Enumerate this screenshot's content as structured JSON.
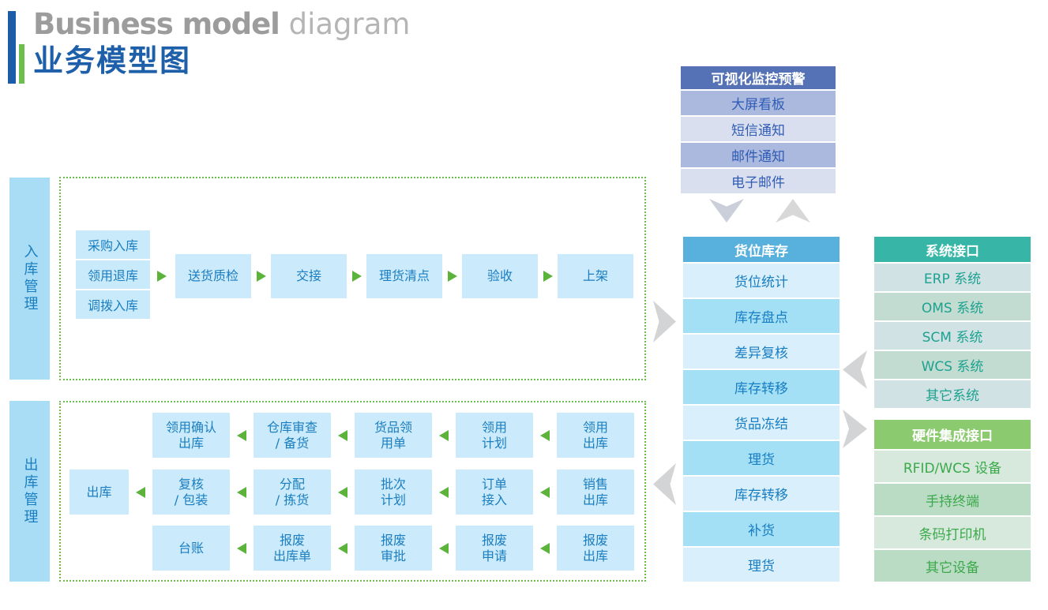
{
  "header": {
    "title_en_bold": "Business model",
    "title_en_light": " diagram",
    "title_zh": "业务模型图"
  },
  "colors": {
    "title_blue": "#1e5fa9",
    "accent_green": "#6cbf4d",
    "monitor_header": "#5472b5",
    "inventory_header": "#58b0dc",
    "system_header": "#37b6a7",
    "hardware_header": "#8cca70",
    "box_blue": "#cbeafb",
    "text_blue": "#1a7ec0",
    "arrow_green": "#5cb33c",
    "arrow_gray": "#d3d4d6"
  },
  "monitor_panel": {
    "title": "可视化监控预警",
    "items": [
      "大屏看板",
      "短信通知",
      "邮件通知",
      "电子邮件"
    ]
  },
  "inventory_panel": {
    "title": "货位库存",
    "items": [
      "货位统计",
      "库存盘点",
      "差异复核",
      "库存转移",
      "货品冻结",
      "理货",
      "库存转移",
      "补货",
      "理货"
    ]
  },
  "system_panel": {
    "title": "系统接口",
    "items": [
      "ERP 系统",
      "OMS 系统",
      "SCM 系统",
      "WCS 系统",
      "其它系统"
    ]
  },
  "hardware_panel": {
    "title": "硬件集成接口",
    "items": [
      "RFID/WCS 设备",
      "手持终端",
      "条码打印机",
      "其它设备"
    ]
  },
  "inbound": {
    "label": "入库管理",
    "sources": [
      "采购入库",
      "领用退库",
      "调拨入库"
    ],
    "flow": [
      "送货质检",
      "交接",
      "理货清点",
      "验收",
      "上架"
    ]
  },
  "outbound": {
    "label": "出库管理",
    "rows": [
      [
        null,
        [
          "领用确认",
          "出库"
        ],
        [
          "仓库审查",
          "/ 备货"
        ],
        [
          "货品领",
          "用单"
        ],
        [
          "领用",
          "计划"
        ],
        [
          "领用",
          "出库"
        ]
      ],
      [
        "出库",
        [
          "复核",
          "/ 包装"
        ],
        [
          "分配",
          "/ 拣货"
        ],
        [
          "批次",
          "计划"
        ],
        [
          "订单",
          "接入"
        ],
        [
          "销售",
          "出库"
        ]
      ],
      [
        null,
        "台账",
        [
          "报废",
          "出库单"
        ],
        [
          "报废",
          "审批"
        ],
        [
          "报废",
          "申请"
        ],
        [
          "报废",
          "出库"
        ]
      ]
    ]
  }
}
